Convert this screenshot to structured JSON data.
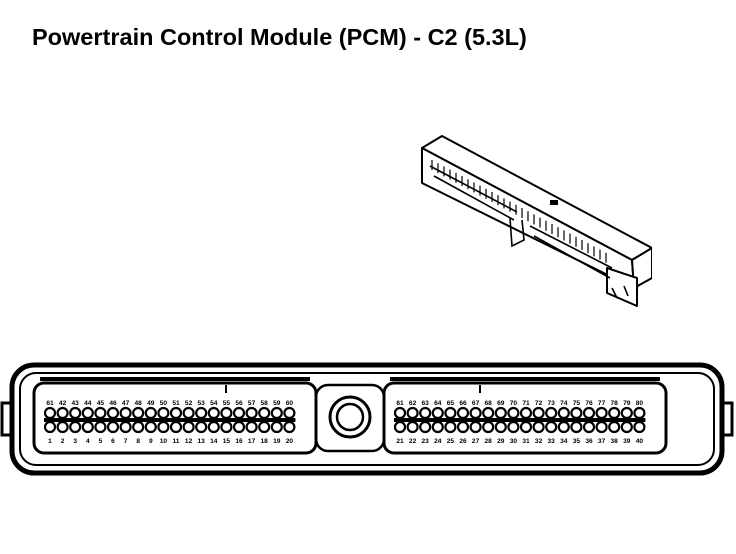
{
  "title": "Powertrain Control Module (PCM) - C2 (5.3L)",
  "connector_face": {
    "left_block": {
      "top_row_labels": [
        "61",
        "42",
        "43",
        "44",
        "45",
        "46",
        "47",
        "48",
        "49",
        "50",
        "51",
        "52",
        "53",
        "54",
        "55",
        "56",
        "57",
        "58",
        "59",
        "60"
      ],
      "bottom_row_labels": [
        "1",
        "2",
        "3",
        "4",
        "5",
        "6",
        "7",
        "8",
        "9",
        "10",
        "11",
        "12",
        "13",
        "14",
        "15",
        "16",
        "17",
        "18",
        "19",
        "20"
      ]
    },
    "right_block": {
      "top_row_labels": [
        "61",
        "62",
        "63",
        "64",
        "65",
        "66",
        "67",
        "68",
        "69",
        "70",
        "71",
        "72",
        "73",
        "74",
        "75",
        "76",
        "77",
        "78",
        "79",
        "80"
      ],
      "bottom_row_labels": [
        "21",
        "22",
        "23",
        "24",
        "25",
        "26",
        "27",
        "28",
        "29",
        "30",
        "31",
        "32",
        "33",
        "34",
        "35",
        "36",
        "37",
        "38",
        "39",
        "40"
      ]
    }
  }
}
